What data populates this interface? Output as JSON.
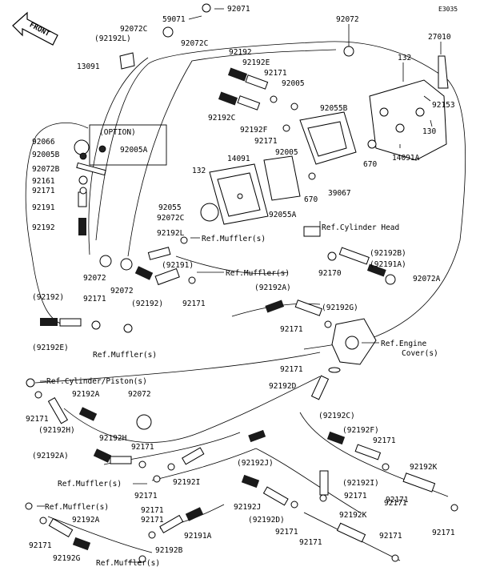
{
  "diagram_code": "E3035",
  "front_label": "FRONT",
  "option_label": "(OPTION)",
  "callouts": [
    {
      "id": "t59071",
      "text": "59071"
    },
    {
      "id": "t92071",
      "text": "92071"
    },
    {
      "id": "t92072a",
      "text": "92072"
    },
    {
      "id": "t27010",
      "text": "27010"
    },
    {
      "id": "t92072c1",
      "text": "92072C"
    },
    {
      "id": "t92192l1",
      "text": "(92192L)"
    },
    {
      "id": "t92072c2",
      "text": "92072C"
    },
    {
      "id": "t13091",
      "text": "13091"
    },
    {
      "id": "t132a",
      "text": "132"
    },
    {
      "id": "t92192a",
      "text": "92192"
    },
    {
      "id": "t92192e1",
      "text": "92192E"
    },
    {
      "id": "t92171a",
      "text": "92171"
    },
    {
      "id": "t92005a",
      "text": "92005"
    },
    {
      "id": "t92153",
      "text": "92153"
    },
    {
      "id": "t92055b",
      "text": "92055B"
    },
    {
      "id": "t92192c1",
      "text": "92192C"
    },
    {
      "id": "t92192f1",
      "text": "92192F"
    },
    {
      "id": "t130",
      "text": "130"
    },
    {
      "id": "t92171b",
      "text": "92171"
    },
    {
      "id": "t92005b",
      "text": "92005"
    },
    {
      "id": "t14091a",
      "text": "14091A"
    },
    {
      "id": "t92066",
      "text": "92066"
    },
    {
      "id": "t92005b2",
      "text": "92005B"
    },
    {
      "id": "t92005a2",
      "text": "92005A"
    },
    {
      "id": "t14091",
      "text": "14091"
    },
    {
      "id": "t670a",
      "text": "670"
    },
    {
      "id": "t92072b",
      "text": "92072B"
    },
    {
      "id": "t132b",
      "text": "132"
    },
    {
      "id": "t92161",
      "text": "92161"
    },
    {
      "id": "t92171c",
      "text": "92171"
    },
    {
      "id": "t670b",
      "text": "670"
    },
    {
      "id": "t39067",
      "text": "39067"
    },
    {
      "id": "t92055",
      "text": "92055"
    },
    {
      "id": "t92191a",
      "text": "92191"
    },
    {
      "id": "t92072c3",
      "text": "92072C"
    },
    {
      "id": "t92055a",
      "text": "92055A"
    },
    {
      "id": "t92192b1",
      "text": "92192"
    },
    {
      "id": "tcylhead",
      "text": "Ref.Cylinder Head"
    },
    {
      "id": "t92192l2",
      "text": "92192L"
    },
    {
      "id": "tmuff1",
      "text": "Ref.Muffler(s)"
    },
    {
      "id": "t92192bb",
      "text": "(92192B)"
    },
    {
      "id": "t92072d",
      "text": "92072"
    },
    {
      "id": "t92191p",
      "text": "(92191)"
    },
    {
      "id": "tmuff2",
      "text": "Ref.Muffler(s)"
    },
    {
      "id": "t92170",
      "text": "92170"
    },
    {
      "id": "t92191ap",
      "text": "(92191A)"
    },
    {
      "id": "t92072e",
      "text": "92072"
    },
    {
      "id": "t92192p1",
      "text": "(92192)"
    },
    {
      "id": "t92171d",
      "text": "92171"
    },
    {
      "id": "t92072a2",
      "text": "92072A"
    },
    {
      "id": "t92192ap",
      "text": "(92192A)"
    },
    {
      "id": "t92192p2",
      "text": "(92192)"
    },
    {
      "id": "t92171e",
      "text": "92171"
    },
    {
      "id": "t92192gp",
      "text": "(92192G)"
    },
    {
      "id": "t92192ep",
      "text": "(92192E)"
    },
    {
      "id": "tmuff3",
      "text": "Ref.Muffler(s)"
    },
    {
      "id": "t92171f",
      "text": "92171"
    },
    {
      "id": "tengcov1",
      "text": "Ref.Engine"
    },
    {
      "id": "tengcov2",
      "text": "Cover(s)"
    },
    {
      "id": "t92171g",
      "text": "92171"
    },
    {
      "id": "tcylpist",
      "text": "Ref.Cylinder/Piston(s)"
    },
    {
      "id": "t92192d",
      "text": "92192D"
    },
    {
      "id": "t92192a3",
      "text": "92192A"
    },
    {
      "id": "t92072f",
      "text": "92072"
    },
    {
      "id": "t92171h",
      "text": "92171"
    },
    {
      "id": "t92192hp",
      "text": "(92192H)"
    },
    {
      "id": "t92192cp",
      "text": "(92192C)"
    },
    {
      "id": "t92192h",
      "text": "92192H"
    },
    {
      "id": "t92192fp",
      "text": "(92192F)"
    },
    {
      "id": "t92171i",
      "text": "92171"
    },
    {
      "id": "t92192ap2",
      "text": "(92192A)"
    },
    {
      "id": "t92171j",
      "text": "92171"
    },
    {
      "id": "t92192jp",
      "text": "(92192J)"
    },
    {
      "id": "t92192k1",
      "text": "92192K"
    },
    {
      "id": "tmuff4",
      "text": "Ref.Muffler(s)"
    },
    {
      "id": "t92192i1",
      "text": "92192I"
    },
    {
      "id": "t92192ip",
      "text": "(92192I)"
    },
    {
      "id": "t92171k",
      "text": "92171"
    },
    {
      "id": "t92171l",
      "text": "92171"
    },
    {
      "id": "t92171m",
      "text": "92171"
    },
    {
      "id": "tmuff5",
      "text": "Ref.Muffler(s)"
    },
    {
      "id": "t92192j",
      "text": "92192J"
    },
    {
      "id": "t92192dp",
      "text": "(92192D)"
    },
    {
      "id": "t92171n",
      "text": "92171"
    },
    {
      "id": "t92192k2",
      "text": "92192K"
    },
    {
      "id": "t92171o",
      "text": "92171"
    },
    {
      "id": "t92191a2",
      "text": "92191A"
    },
    {
      "id": "t92192a4",
      "text": "92192A"
    },
    {
      "id": "t92171p",
      "text": "92171"
    },
    {
      "id": "t92171q",
      "text": "92171"
    },
    {
      "id": "t92171r",
      "text": "92171"
    },
    {
      "id": "t92192b2",
      "text": "92192B"
    },
    {
      "id": "t92192g",
      "text": "92192G"
    },
    {
      "id": "tmuff6",
      "text": "Ref.Muffler(s)"
    }
  ]
}
